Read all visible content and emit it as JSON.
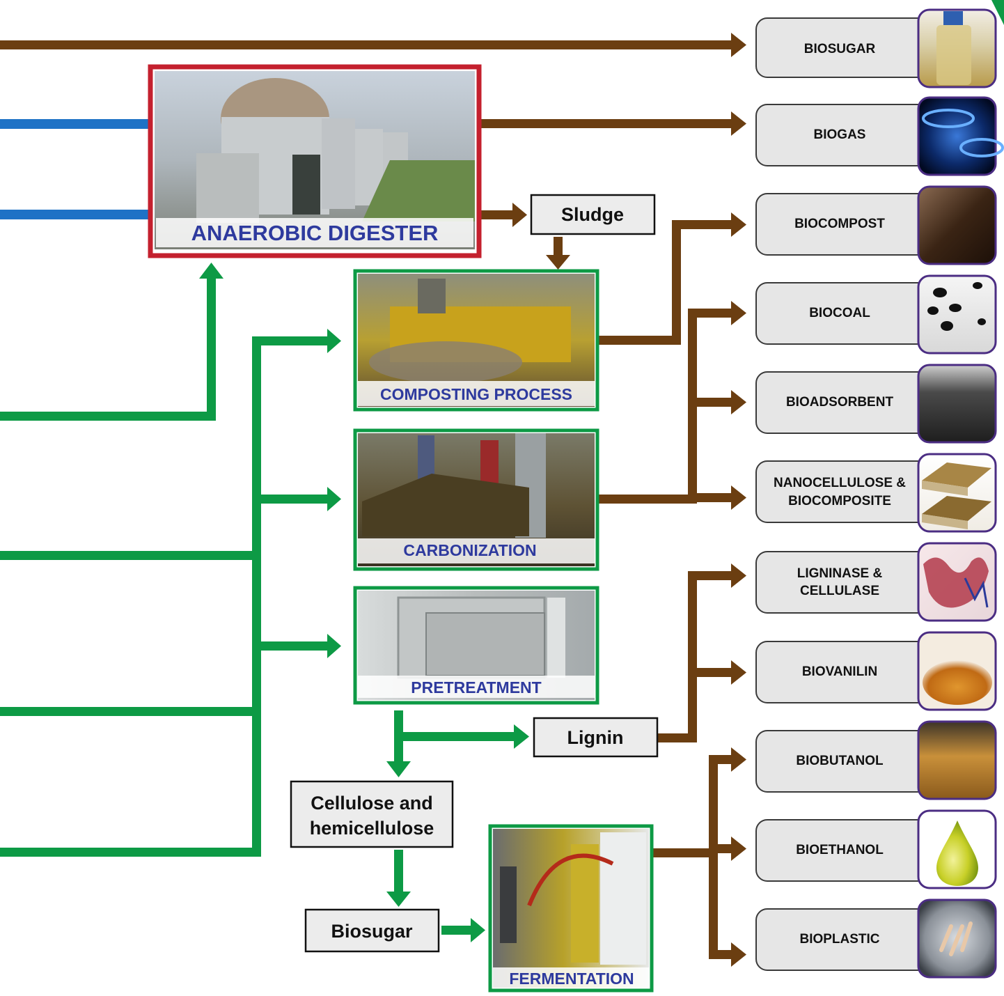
{
  "colors": {
    "brown": "#6b3e11",
    "blue": "#1e72c6",
    "green": "#0d9a45",
    "red": "#c4202e",
    "label_blue": "#2e3a9e"
  },
  "processes": {
    "anaerobic_digester": "ANAEROBIC DIGESTER",
    "composting": "COMPOSTING PROCESS",
    "carbonization": "CARBONIZATION",
    "pretreatment": "PRETREATMENT",
    "fermentation": "FERMENTATION"
  },
  "intermediates": {
    "sludge": "Sludge",
    "lignin": "Lignin",
    "cellulose_line1": "Cellulose and",
    "cellulose_line2": "hemicellulose",
    "biosugar": "Biosugar"
  },
  "products": [
    {
      "line1": "BIOSUGAR",
      "line2": "",
      "icon": "bottle-photo"
    },
    {
      "line1": "BIOGAS",
      "line2": "",
      "icon": "gas-flame-photo"
    },
    {
      "line1": "BIOCOMPOST",
      "line2": "",
      "icon": "compost-photo"
    },
    {
      "line1": "BIOCOAL",
      "line2": "",
      "icon": "coal-photo"
    },
    {
      "line1": "BIOADSORBENT",
      "line2": "",
      "icon": "adsorbent-tray-photo"
    },
    {
      "line1": "NANOCELLULOSE &",
      "line2": "BIOCOMPOSITE",
      "icon": "composite-board-photo"
    },
    {
      "line1": "LIGNINASE &",
      "line2": "CELLULASE",
      "icon": "enzyme-structure-photo"
    },
    {
      "line1": "BIOVANILIN",
      "line2": "",
      "icon": "flask-photo"
    },
    {
      "line1": "BIOBUTANOL",
      "line2": "",
      "icon": "bottles-photo"
    },
    {
      "line1": "BIOETHANOL",
      "line2": "",
      "icon": "droplet-icon"
    },
    {
      "line1": "BIOPLASTIC",
      "line2": "",
      "icon": "petri-dish-photo"
    }
  ]
}
